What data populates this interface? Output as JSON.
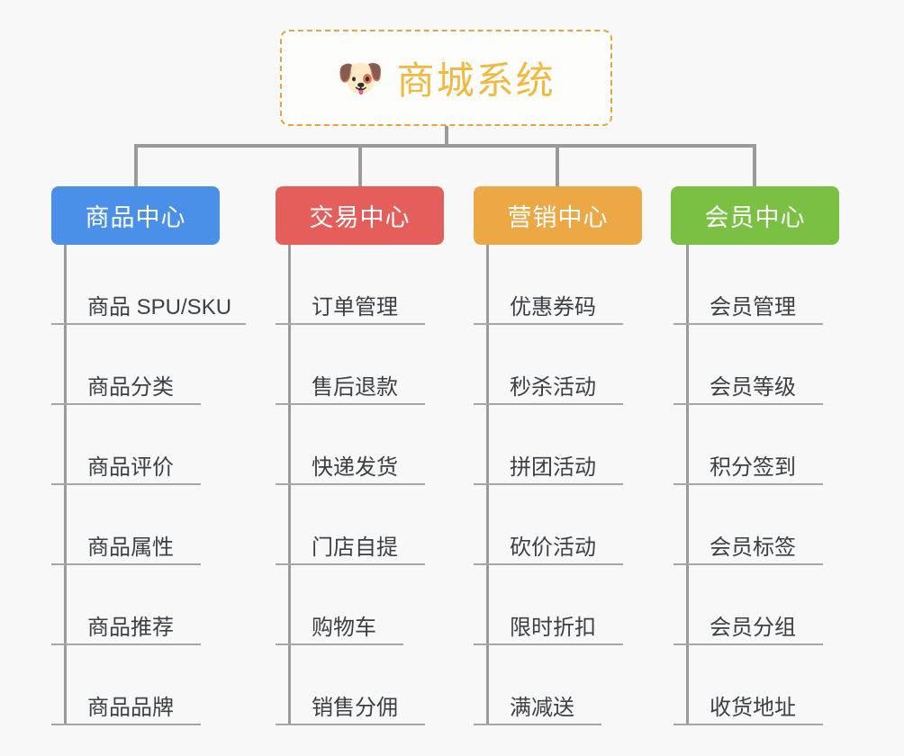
{
  "page": {
    "background_color": "#f8f8f8",
    "text_color": "#3b4046",
    "connector_color": "#9a9a9a"
  },
  "root": {
    "icon": "dog-face-emoji",
    "icon_glyph": "🐶",
    "title": "商城系统",
    "title_color": "#f0b93f",
    "border_color": "#e8a33d",
    "border_style": "dashed",
    "background_color": "#fdfdfc"
  },
  "branches": [
    {
      "id": "product-center",
      "label": "商品中心",
      "color": "#4a90e8",
      "items": [
        "商品 SPU/SKU",
        "商品分类",
        "商品评价",
        "商品属性",
        "商品推荐",
        "商品品牌"
      ]
    },
    {
      "id": "trade-center",
      "label": "交易中心",
      "color": "#e45f5b",
      "items": [
        "订单管理",
        "售后退款",
        "快递发货",
        "门店自提",
        "购物车",
        "销售分佣"
      ]
    },
    {
      "id": "marketing-center",
      "label": "营销中心",
      "color": "#eba845",
      "items": [
        "优惠券码",
        "秒杀活动",
        "拼团活动",
        "砍价活动",
        "限时折扣",
        "满减送"
      ]
    },
    {
      "id": "member-center",
      "label": "会员中心",
      "color": "#79c043",
      "items": [
        "会员管理",
        "会员等级",
        "积分签到",
        "会员标签",
        "会员分组",
        "收货地址"
      ]
    }
  ]
}
